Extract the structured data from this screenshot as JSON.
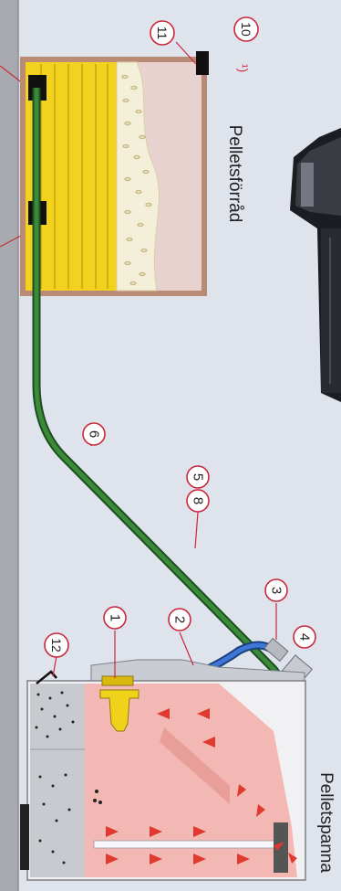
{
  "labels": {
    "pellet_storage": "Pelletsförråd",
    "pellet_boiler": "Pelletspanna",
    "footnote_mark": "¹)"
  },
  "callouts": [
    {
      "id": "c1",
      "text": "1"
    },
    {
      "id": "c2",
      "text": "2"
    },
    {
      "id": "c3",
      "text": "3"
    },
    {
      "id": "c4",
      "text": "4"
    },
    {
      "id": "c5",
      "text": "5"
    },
    {
      "id": "c8",
      "text": "8"
    },
    {
      "id": "c6",
      "text": "6"
    },
    {
      "id": "c10",
      "text": "10"
    },
    {
      "id": "c11",
      "text": "11"
    },
    {
      "id": "c12",
      "text": "12"
    }
  ],
  "colors": {
    "background": "#dfe3ec",
    "wall": "#a9aab0",
    "storage_wall": "#b98a74",
    "storage_fill": "#e8d2cf",
    "pellet_yellow": "#f2d21c",
    "suction_hose_green": "#2e6e2e",
    "return_hose_blue": "#2a5db0",
    "boiler_pink": "#f3b8b4",
    "flame_arrow_red": "#e03a2e",
    "callout_red": "#c8283c",
    "cyclone_yellow": "#f0d21a"
  }
}
